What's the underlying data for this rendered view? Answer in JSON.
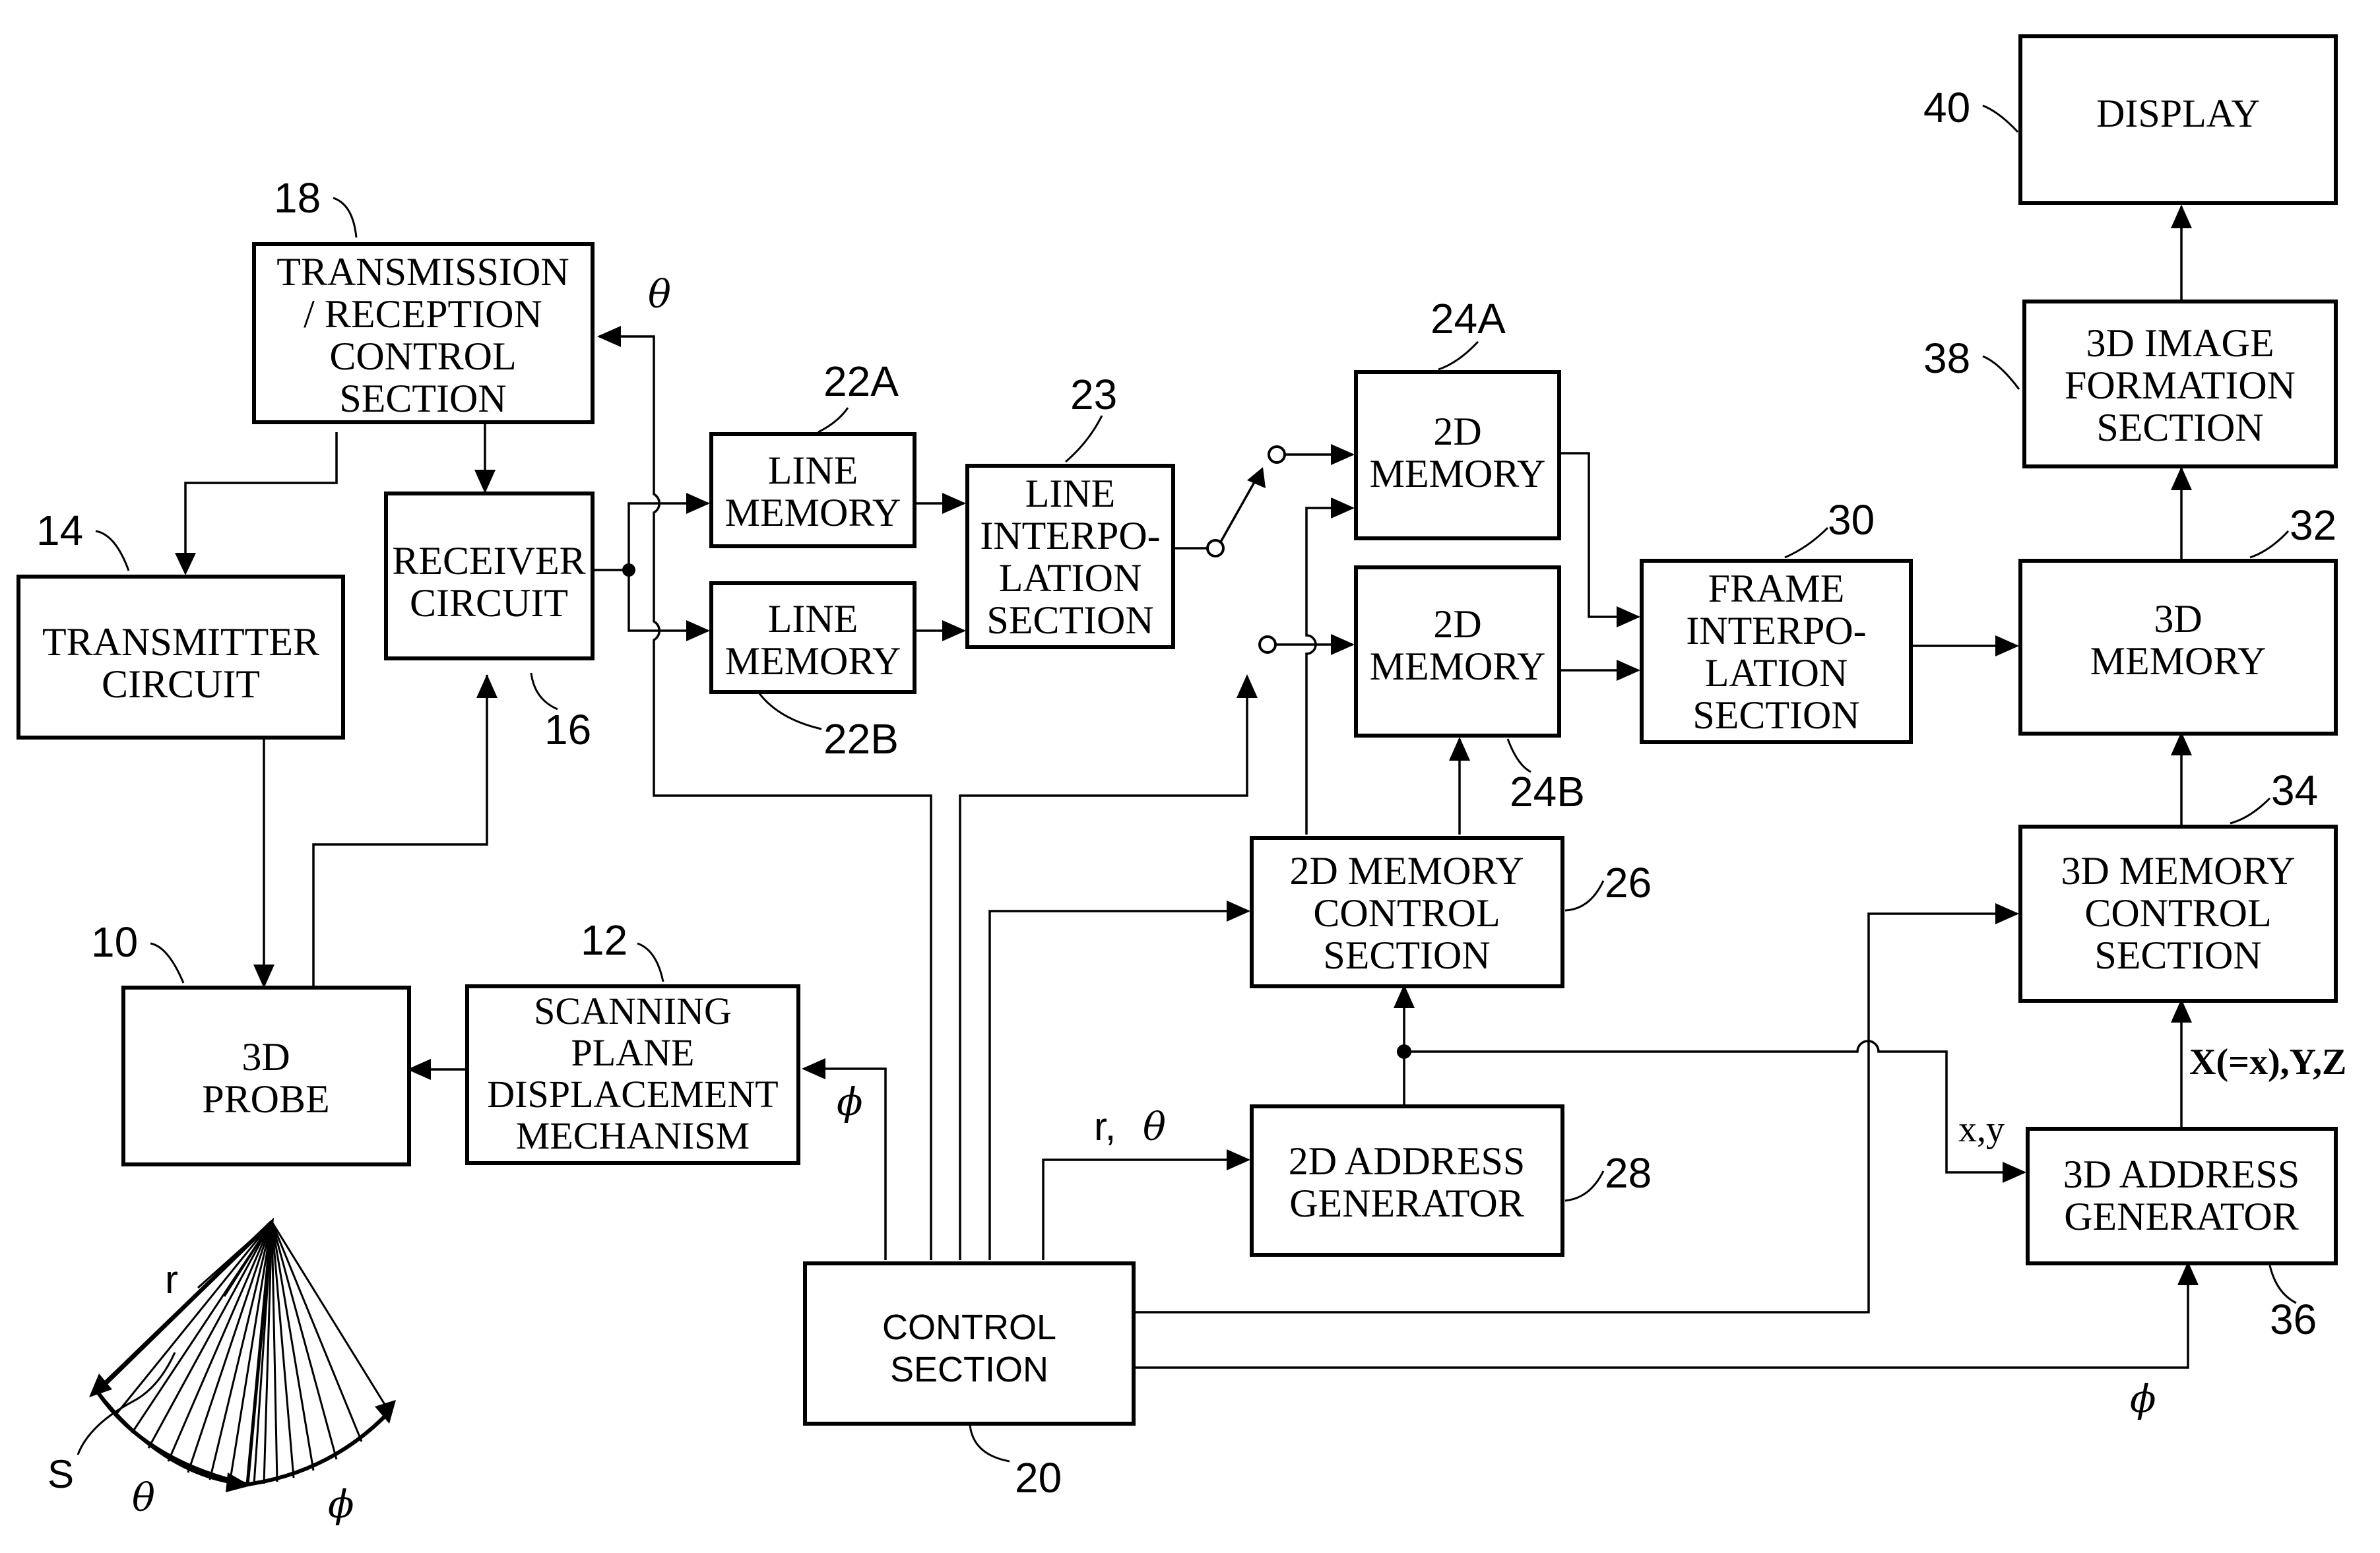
{
  "blocks": {
    "probe": [
      "3D",
      "PROBE"
    ],
    "scanning": [
      "SCANNING",
      "PLANE",
      "DISPLACEMENT",
      "MECHANISM"
    ],
    "transmitter": [
      "TRANSMITTER",
      "CIRCUIT"
    ],
    "receiver": [
      "RECEIVER",
      "CIRCUIT"
    ],
    "txrx_control": [
      "TRANSMISSION",
      "/ RECEPTION",
      "CONTROL",
      "SECTION"
    ],
    "control": [
      "CONTROL",
      "SECTION"
    ],
    "line_mem_a": [
      "LINE",
      "MEMORY"
    ],
    "line_mem_b": [
      "LINE",
      "MEMORY"
    ],
    "line_interp": [
      "LINE",
      "INTERPO-",
      "LATION",
      "SECTION"
    ],
    "mem2d_a": [
      "2D",
      "MEMORY"
    ],
    "mem2d_b": [
      "2D",
      "MEMORY"
    ],
    "mem2d_ctrl": [
      "2D  MEMORY",
      "CONTROL",
      "SECTION"
    ],
    "addr2d": [
      "2D  ADDRESS",
      "GENERATOR"
    ],
    "frame_interp": [
      "FRAME",
      "INTERPO-",
      "LATION",
      "SECTION"
    ],
    "mem3d": [
      "3D",
      "MEMORY"
    ],
    "mem3d_ctrl": [
      "3D  MEMORY",
      "CONTROL",
      "SECTION"
    ],
    "addr3d": [
      "3D  ADDRESS",
      "GENERATOR"
    ],
    "image3d": [
      "3D  IMAGE",
      "FORMATION",
      "SECTION"
    ],
    "display": [
      "DISPLAY"
    ]
  },
  "refs": {
    "probe": "10",
    "scanning": "12",
    "transmitter": "14",
    "receiver": "16",
    "txrx_control": "18",
    "control": "20",
    "line_mem_a": "22A",
    "line_mem_b": "22B",
    "line_interp": "23",
    "mem2d_a": "24A",
    "mem2d_b": "24B",
    "mem2d_ctrl": "26",
    "addr2d": "28",
    "frame_interp": "30",
    "mem3d": "32",
    "mem3d_ctrl": "34",
    "addr3d": "36",
    "image3d": "38",
    "display": "40"
  },
  "signals": {
    "theta_top": "θ",
    "phi_scan": "ϕ",
    "r_theta_r": "r,",
    "r_theta_theta": "θ",
    "xy": "x,y",
    "xyz": "X(=x),Y,Z",
    "phi_bottom": "ϕ"
  },
  "inset": {
    "r": "r",
    "s": "S",
    "theta": "θ",
    "phi": "ϕ"
  }
}
